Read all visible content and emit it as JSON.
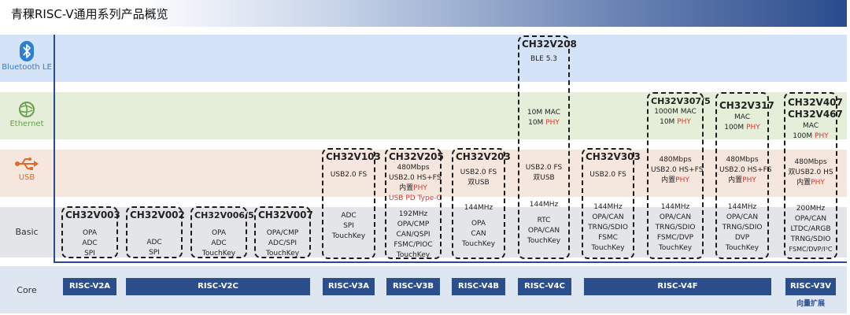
{
  "title": "青稞RISC-V通用系列产品概览",
  "rows": {
    "bluetooth": "Bluetooth LE",
    "ethernet": "Ethernet",
    "usb": "USB",
    "basic": "Basic",
    "core": "Core"
  },
  "chips": {
    "v003": {
      "name": "CH32V003",
      "basic": [
        "OPA",
        "ADC",
        "SPI"
      ]
    },
    "v002": {
      "name": "CH32V002",
      "basic": [
        "ADC",
        "SPI"
      ]
    },
    "v006": {
      "name": "CH32V006/5",
      "basic": [
        "OPA",
        "ADC",
        "TouchKey"
      ]
    },
    "v007": {
      "name": "CH32V007",
      "basic": [
        "OPA/CMP",
        "ADC/SPI",
        "TouchKey"
      ]
    },
    "v103": {
      "name": "CH32V103",
      "usb": [
        "USB2.0 FS"
      ],
      "basic": [
        "ADC",
        "SPI",
        "TouchKey"
      ]
    },
    "v205": {
      "name": "CH32V205",
      "usb_lines": [
        "480Mbps",
        "USB2.0 HS+FS"
      ],
      "usb_phy_prefix": "内置",
      "usb_phy_red": "PHY",
      "usb_pd": "USB PD Type-C",
      "basic": [
        "192MHz",
        "OPA/CMP",
        "CAN/QSPI",
        "FSMC/PIOC",
        "TouchKey"
      ]
    },
    "v203": {
      "name": "CH32V203",
      "usb": [
        "USB2.0 FS",
        "双USB"
      ],
      "basic": [
        "144MHz",
        "OPA",
        "CAN",
        "TouchKey"
      ]
    },
    "v208": {
      "name": "CH32V208",
      "bt": "BLE 5.3",
      "eth_line": "10M MAC",
      "eth_prefix": "10M ",
      "eth_red": "PHY",
      "usb": [
        "USB2.0 FS",
        "双USB"
      ],
      "basic": [
        "144MHz",
        "RTC",
        "OPA/CAN",
        "TouchKey"
      ]
    },
    "v303": {
      "name": "CH32V303",
      "usb": [
        "USB2.0 FS"
      ],
      "basic": [
        "144MHz",
        "OPA/CAN",
        "TRNG/SDIO",
        "FSMC",
        "TouchKey"
      ]
    },
    "v307": {
      "name": "CH32V307/5",
      "eth_line": "1000M MAC",
      "eth_prefix": "10M ",
      "eth_red": "PHY",
      "usb_lines": [
        "480Mbps",
        "USB2.0 HS+FS"
      ],
      "usb_phy_prefix": "内置",
      "usb_phy_red": "PHY",
      "basic": [
        "144MHz",
        "OPA/CAN",
        "TRNG/SDIO",
        "FSMC/DVP",
        "TouchKey"
      ]
    },
    "v317": {
      "name": "CH32V317",
      "eth_line": "MAC",
      "eth_prefix": "100M ",
      "eth_red": "PHY",
      "usb_lines": [
        "480Mbps",
        "USB2.0 HS+FS"
      ],
      "usb_phy_prefix": "内置",
      "usb_phy_red": "PHY",
      "basic": [
        "144MHz",
        "OPA/CAN",
        "TRNG/SDIO",
        "DVP",
        "TouchKey"
      ]
    },
    "v407": {
      "name": "CH32V407",
      "name2": "CH32V467",
      "eth_line": "MAC",
      "eth_prefix": "100M ",
      "eth_red": "PHY",
      "usb_lines": [
        "480Mbps",
        "双USB2.0 HS"
      ],
      "usb_phy_prefix": "内置",
      "usb_phy_red": "PHY",
      "basic": [
        "200MHz",
        "OPA/CAN",
        "LTDC/ARGB",
        "TRNG/SDIO",
        "FSMC/DVP/I³C"
      ]
    }
  },
  "cores": [
    "RISC-V2A",
    "RISC-V2C",
    "RISC-V3A",
    "RISC-V3B",
    "RISC-V4B",
    "RISC-V4C",
    "RISC-V4F",
    "RISC-V3V"
  ],
  "core_note": "向量扩展",
  "colors": {
    "accent": "#2d4e8c",
    "red": "#e3342f",
    "bt": "#2d7fd4",
    "eth": "#68a04b",
    "usb": "#e56a26"
  },
  "icons": {
    "bluetooth": "bluetooth-icon",
    "ethernet": "ethernet-icon",
    "usb": "usb-icon"
  }
}
